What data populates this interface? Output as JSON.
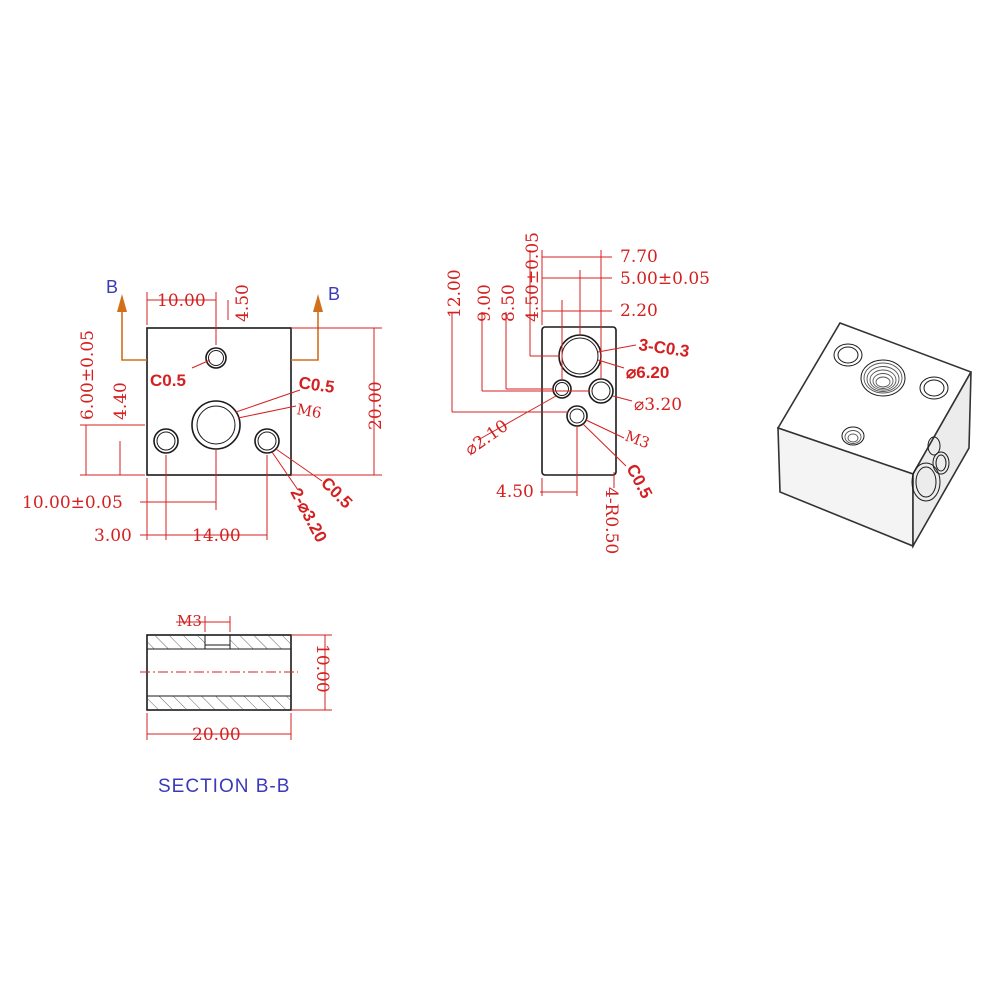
{
  "front_view": {
    "section_marker": "B",
    "dims": {
      "top_width": "10.00",
      "m3_offset": "4.50",
      "height": "20.00",
      "left_vertical": "6.00±0.05",
      "left_inner": "4.40",
      "bottom_center": "10.00±0.05",
      "bottom_left": "3.00",
      "bottom_span": "14.00"
    },
    "notes": {
      "c05_top": "C0.5",
      "c05_center": "C0.5",
      "m6": "M6",
      "c05_right": "C0.5",
      "holes": "2-⌀3.20"
    }
  },
  "side_view": {
    "dims": {
      "d12": "12.00",
      "d9": "9.00",
      "d85": "8.50",
      "d45": "4.50±0.05",
      "d77": "7.70",
      "d5": "5.00±0.05",
      "d22": "2.20",
      "d_bottom": "4.50",
      "radius": "4-R0.50"
    },
    "notes": {
      "chamfer": "3-C0.3",
      "dia620": "⌀6.20",
      "dia320": "⌀3.20",
      "dia210": "⌀2.10",
      "m3": "M3",
      "c05": "C0.5"
    }
  },
  "section_view": {
    "title": "SECTION B-B",
    "m3": "M3",
    "height": "10.00",
    "width": "20.00"
  },
  "colors": {
    "dimension": "#d42020",
    "outline": "#1a1a1a",
    "section_label": "#3a3ab8",
    "section_arrow": "#d0701a"
  }
}
